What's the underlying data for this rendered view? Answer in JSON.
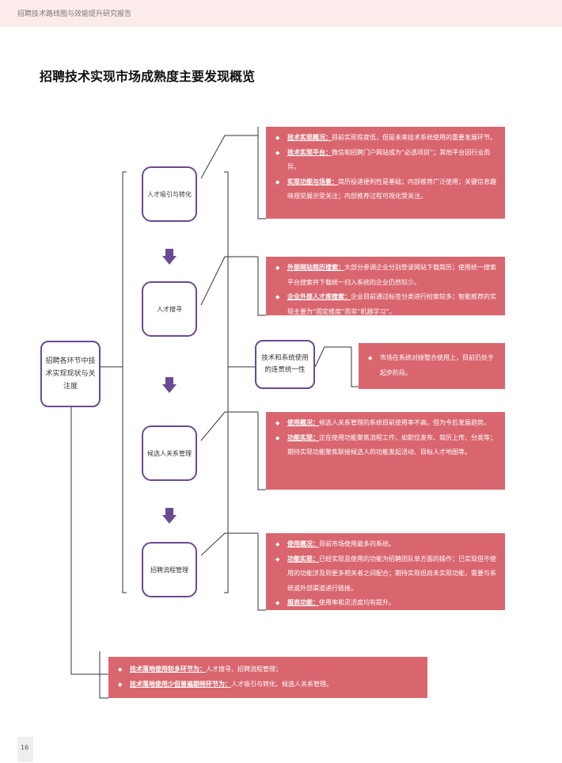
{
  "header": {
    "text": "招聘技术路线图与效能提升研究报告"
  },
  "title": "招聘技术实现市场成熟度主要发现概览",
  "main_node": {
    "label": "招聘各环节中技术实现现状与关注度"
  },
  "stages": [
    {
      "label": "人才吸引与转化"
    },
    {
      "label": "人才搜寻"
    },
    {
      "label": "候选人关系管理"
    },
    {
      "label": "招聘流程管理"
    }
  ],
  "side_node": {
    "label": "技术和系统使用的连贯统一性"
  },
  "panels": [
    {
      "items": [
        {
          "kw": "技术实现概况：",
          "text": "目前实现程度低，但是未来技术系统使用的重要发展环节。"
        },
        {
          "kw": "技术实现平台：",
          "text": "微信和招聘门户网站成为“必选项目”；其他平台因行业而异。"
        },
        {
          "kw": "实现功能与场景：",
          "text": "简历投递便利性是基础；内部推荐广泛使用；关键信息趣味视觉展示受关注；内部推荐过程可视化受关注。"
        }
      ]
    },
    {
      "items": [
        {
          "kw": "外部网站简历搜索：",
          "text": "大部分参调企业分别登录网站下载简历；使用统一搜索平台搜索并下载统一归入系统的企业仍然较少。"
        },
        {
          "kw": "企业外部人才库搜索：",
          "text": "企业目前通过标签分类进行检索较多；智能推荐的实现主要为“固定维度”而非“机器学习”。"
        }
      ]
    },
    {
      "items": [
        {
          "kw": "",
          "text": "市场在系统对接整合使用上，目前仍处于起步阶段。"
        }
      ]
    },
    {
      "items": [
        {
          "kw": "使用概况：",
          "text": "候选人关系管理的系统目前使用率不高，但为今后发展趋势。"
        },
        {
          "kw": "功能实现：",
          "text": "正在使用功能聚焦流程工作，如职位发布、简历上传、分类等；期待实现功能聚焦联接候选人的功能发起活动、目标人才地图等。"
        }
      ]
    },
    {
      "items": [
        {
          "kw": "使用概况：",
          "text": "目前市场使用最多的系统。"
        },
        {
          "kw": "功能实现：",
          "text": "已经实现且使用的功能为招聘团队单方面的操作；已实现但不使用的功能涉及到更多相关者之间配合；期待实现但尚未实现功能，需要与系统或外部渠道进行链接。"
        },
        {
          "kw": "报表功能：",
          "text": "使用率和灵活度均有提升。"
        }
      ]
    },
    {
      "items": [
        {
          "kw": "技术落地使用较多环节为：",
          "text": "人才搜寻、招聘流程管理；"
        },
        {
          "kw": "技术落地使用少但普遍期待环节为：",
          "text": "人才吸引与转化、候选人关系管理。"
        }
      ]
    }
  ],
  "page_number": "16",
  "colors": {
    "header_bg": "#fbeceb",
    "panel": "#d9666f",
    "purple": "#6a4a93",
    "arrow": "#6a4a93"
  }
}
